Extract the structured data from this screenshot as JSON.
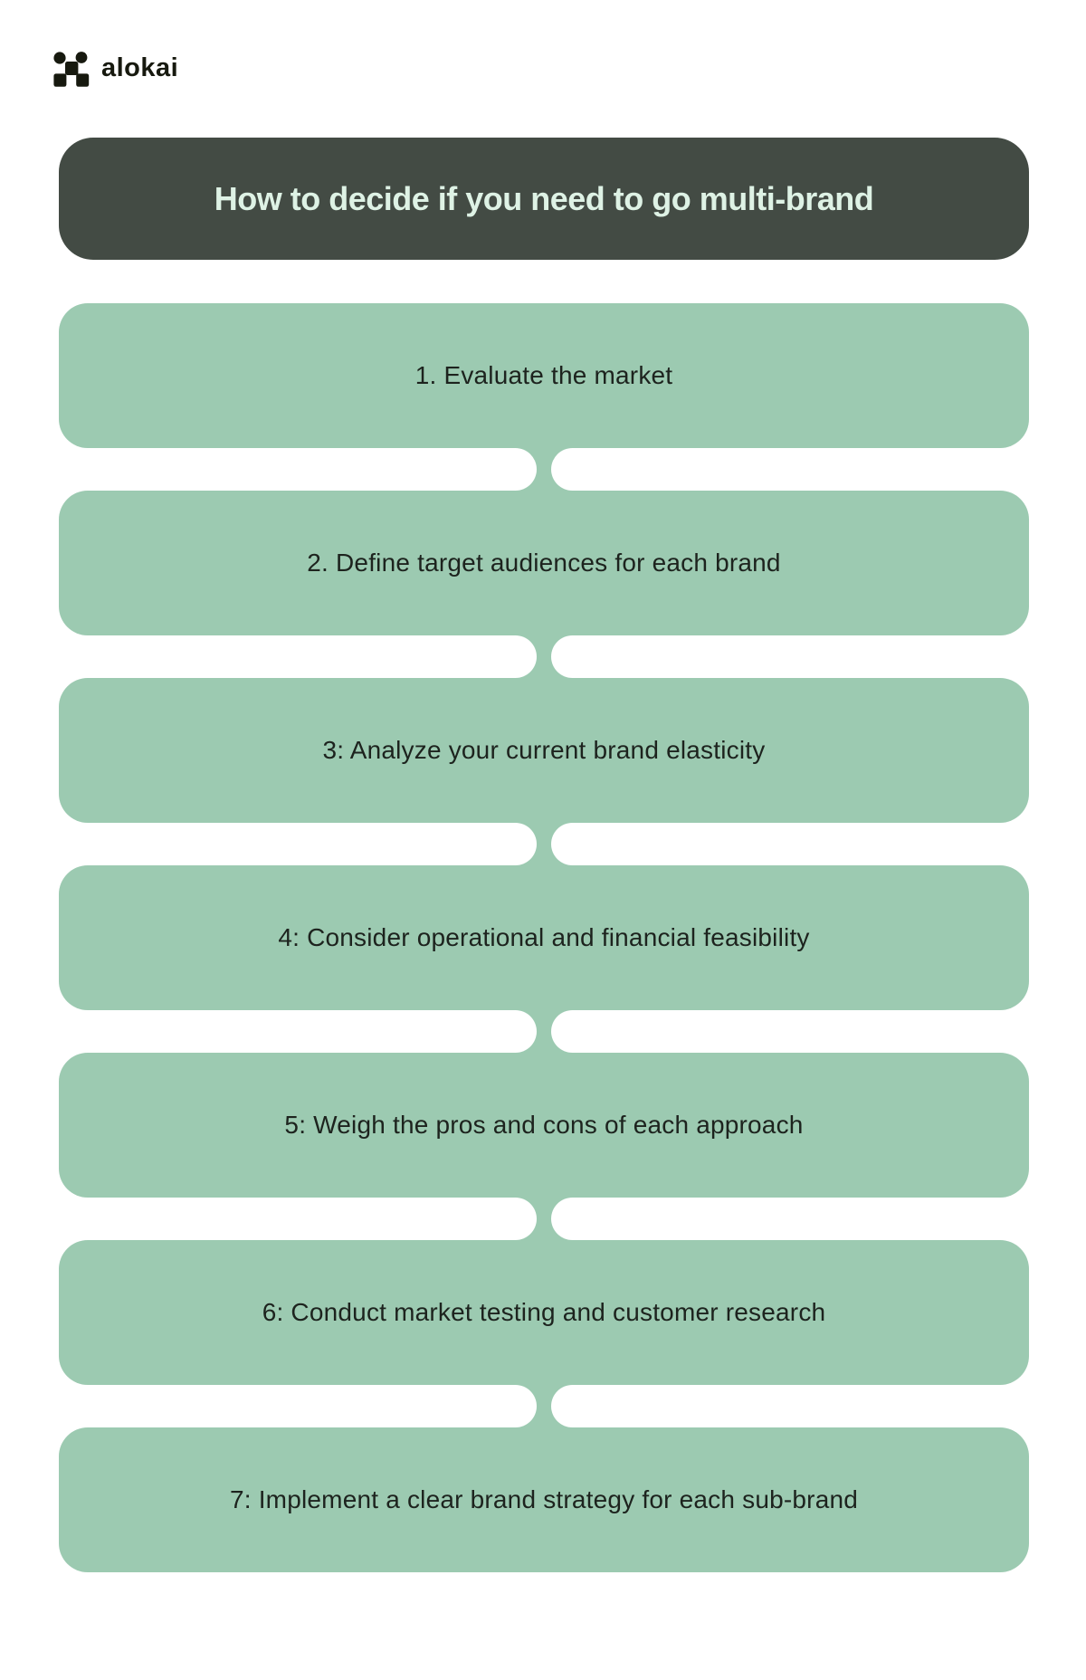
{
  "logo": {
    "brand": "alokai",
    "icon": "alokai-dots-icon"
  },
  "header": {
    "title": "How to decide if you need to go multi-brand"
  },
  "steps": [
    {
      "label": "1. Evaluate the market"
    },
    {
      "label": "2. Define target audiences for each brand"
    },
    {
      "label": "3: Analyze your current brand elasticity"
    },
    {
      "label": "4: Consider operational and financial feasibility"
    },
    {
      "label": "5: Weigh the pros and cons of each approach"
    },
    {
      "label": "6: Conduct market testing and customer research"
    },
    {
      "label": "7: Implement a clear brand strategy for each sub-brand"
    }
  ],
  "colors": {
    "header_background": "#434b44",
    "header_text": "#def2e5",
    "step_background": "#9ccab1",
    "step_text": "#1d231e",
    "logo_ink": "#17190f",
    "page_background": "#ffffff"
  }
}
